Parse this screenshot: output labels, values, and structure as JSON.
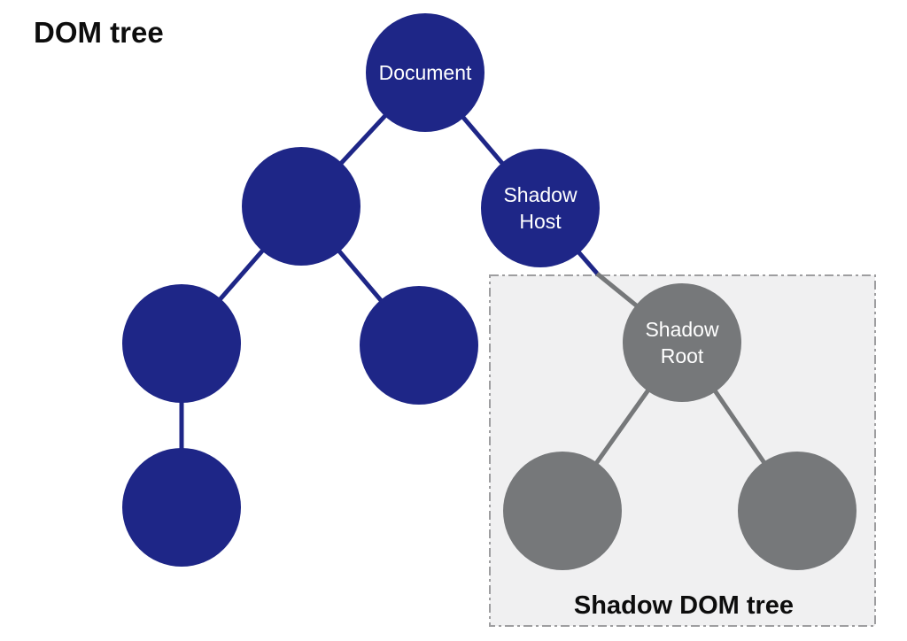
{
  "diagram": {
    "title": "DOM tree",
    "shadow_box_label": "Shadow DOM tree",
    "nodes": {
      "document": {
        "label": "Document"
      },
      "shadow_host": {
        "line1": "Shadow",
        "line2": "Host"
      },
      "shadow_root": {
        "line1": "Shadow",
        "line2": "Root"
      }
    },
    "structure": {
      "dom_tree_edges": [
        "Document - unlabeled-element",
        "Document - Shadow Host",
        "unlabeled-element - unlabeled-child-left",
        "unlabeled-element - unlabeled-child-right",
        "unlabeled-child-left - unlabeled-grandchild"
      ],
      "shadow_tree_edges": [
        "Shadow Host - Shadow Root",
        "Shadow Root - unlabeled-shadow-child-left",
        "Shadow Root - unlabeled-shadow-child-right"
      ],
      "unlabeled_dom_nodes": 4,
      "unlabeled_shadow_nodes": 2
    }
  },
  "colors": {
    "node_blue": "#1E2687",
    "node_gray": "#76787A",
    "edge_blue": "#1E2687",
    "edge_gray": "#76787A",
    "node_text": "#FFFFFF",
    "box_bg": "#F0F0F1",
    "box_border": "#9E9EA0",
    "title": "#0D0D0D"
  }
}
